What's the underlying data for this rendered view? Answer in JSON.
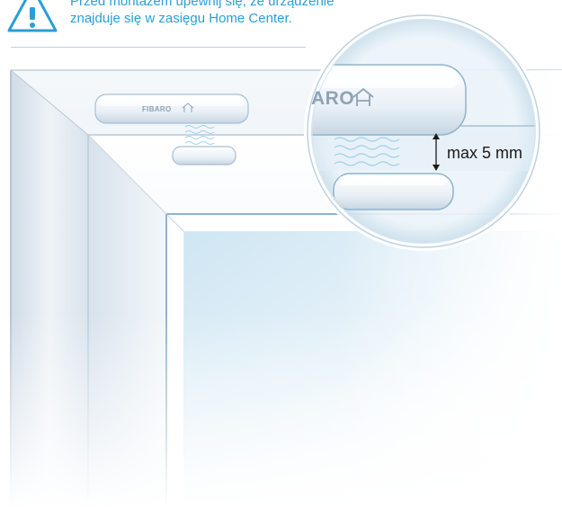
{
  "warning": {
    "icon": "warning-triangle-icon",
    "line1": "Przed montażem upewnij się, że urządzenie",
    "line2": "znajduje się w zasięgu Home Center.",
    "color": "#2a9fd6"
  },
  "device": {
    "brand": "FIBARO",
    "brand_magnified": "ARO",
    "logo_icon": "home-logo-icon"
  },
  "measurement": {
    "label": "max 5 mm"
  }
}
